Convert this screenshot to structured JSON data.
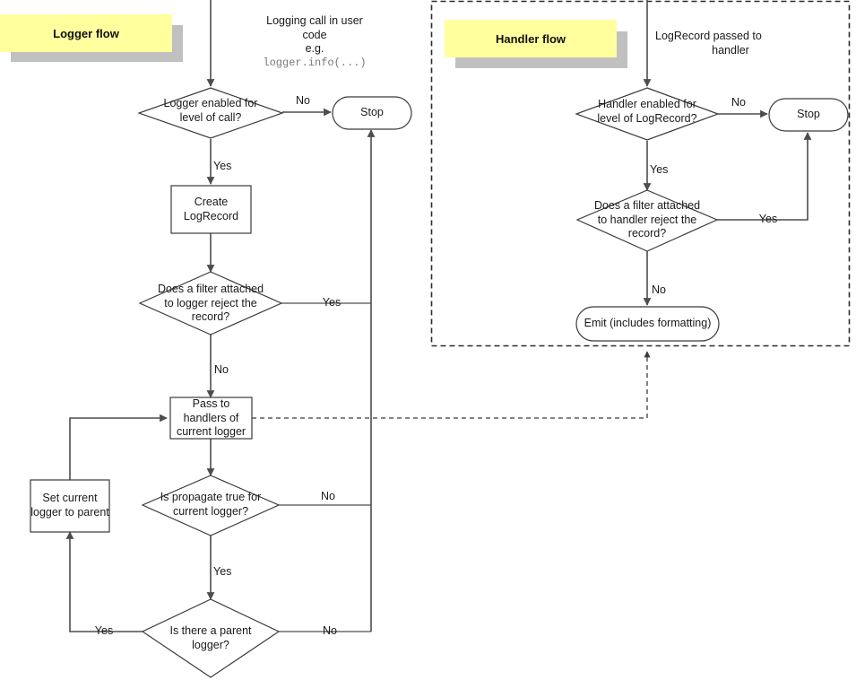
{
  "diagram": {
    "title": "Python logging flow",
    "colors": {
      "banner_fill": "#ffff9e",
      "banner_shadow": "#c0c0c0",
      "shape_stroke": "#3b3b3b",
      "connector": "#4d4d4d",
      "group_border": "#2b2b2b",
      "background": "#ffffff",
      "mono_text": "#7a7a7a"
    },
    "groups": [
      {
        "name": "logger-flow",
        "banner_label": "Logger flow"
      },
      {
        "name": "handler-flow",
        "banner_label": "Handler flow",
        "bordered": true
      }
    ],
    "captions": [
      {
        "name": "logging-call-caption",
        "line1": "Logging call in user",
        "line2": "code",
        "line3": "e.g.",
        "line4": "logger.info(...)"
      },
      {
        "name": "logrecord-passed-caption",
        "line1": "LogRecord passed to",
        "line2": "handler"
      }
    ],
    "nodes": [
      {
        "name": "logger-enabled-decision",
        "type": "decision",
        "label": "Logger enabled for\nlevel of call?"
      },
      {
        "name": "stop-logger-terminator",
        "type": "terminator",
        "label": "Stop"
      },
      {
        "name": "create-logrecord-process",
        "type": "process",
        "label": "Create\nLogRecord"
      },
      {
        "name": "logger-filter-decision",
        "type": "decision",
        "label": "Does a filter attached\nto logger reject the\nrecord?"
      },
      {
        "name": "pass-to-handlers-process",
        "type": "process",
        "label": "Pass to\nhandlers of\ncurrent logger"
      },
      {
        "name": "propagate-decision",
        "type": "decision",
        "label": "Is propagate true for\ncurrent logger?"
      },
      {
        "name": "set-current-logger-process",
        "type": "process",
        "label": "Set current\nlogger to parent"
      },
      {
        "name": "parent-logger-decision",
        "type": "decision",
        "label": "Is there a parent\nlogger?"
      },
      {
        "name": "handler-enabled-decision",
        "type": "decision",
        "label": "Handler enabled for\nlevel of LogRecord?"
      },
      {
        "name": "stop-handler-terminator",
        "type": "terminator",
        "label": "Stop"
      },
      {
        "name": "handler-filter-decision",
        "type": "decision",
        "label": "Does a filter attached\nto handler reject the\nrecord?"
      },
      {
        "name": "emit-terminator",
        "type": "terminator",
        "label": "Emit (includes formatting)"
      }
    ],
    "edge_labels": [
      {
        "name": "edge-label-logger-enabled-no",
        "text": "No"
      },
      {
        "name": "edge-label-logger-enabled-yes",
        "text": "Yes"
      },
      {
        "name": "edge-label-logger-filter-yes",
        "text": "Yes"
      },
      {
        "name": "edge-label-logger-filter-no",
        "text": "No"
      },
      {
        "name": "edge-label-propagate-no",
        "text": "No"
      },
      {
        "name": "edge-label-propagate-yes",
        "text": "Yes"
      },
      {
        "name": "edge-label-parent-yes",
        "text": "Yes"
      },
      {
        "name": "edge-label-parent-no",
        "text": "No"
      },
      {
        "name": "edge-label-handler-enabled-no",
        "text": "No"
      },
      {
        "name": "edge-label-handler-enabled-yes",
        "text": "Yes"
      },
      {
        "name": "edge-label-handler-filter-yes",
        "text": "Yes"
      },
      {
        "name": "edge-label-handler-filter-no",
        "text": "No"
      }
    ]
  },
  "chart_data": {
    "type": "diagram",
    "title": "Logging flow: Logger flow and Handler flow",
    "nodes": [
      {
        "id": "logger_enabled",
        "group": "Logger flow",
        "shape": "decision",
        "text": "Logger enabled for level of call?"
      },
      {
        "id": "stop_logger",
        "group": "Logger flow",
        "shape": "terminator",
        "text": "Stop"
      },
      {
        "id": "create_logrecord",
        "group": "Logger flow",
        "shape": "process",
        "text": "Create LogRecord"
      },
      {
        "id": "logger_filter",
        "group": "Logger flow",
        "shape": "decision",
        "text": "Does a filter attached to logger reject the record?"
      },
      {
        "id": "pass_to_handlers",
        "group": "Logger flow",
        "shape": "process",
        "text": "Pass to handlers of current logger"
      },
      {
        "id": "propagate",
        "group": "Logger flow",
        "shape": "decision",
        "text": "Is propagate true for current logger?"
      },
      {
        "id": "set_parent",
        "group": "Logger flow",
        "shape": "process",
        "text": "Set current logger to parent"
      },
      {
        "id": "has_parent",
        "group": "Logger flow",
        "shape": "decision",
        "text": "Is there a parent logger?"
      },
      {
        "id": "handler_enabled",
        "group": "Handler flow",
        "shape": "decision",
        "text": "Handler enabled for level of LogRecord?"
      },
      {
        "id": "stop_handler",
        "group": "Handler flow",
        "shape": "terminator",
        "text": "Stop"
      },
      {
        "id": "handler_filter",
        "group": "Handler flow",
        "shape": "decision",
        "text": "Does a filter attached to handler reject the record?"
      },
      {
        "id": "emit",
        "group": "Handler flow",
        "shape": "terminator",
        "text": "Emit (includes formatting)"
      }
    ],
    "edges": [
      {
        "from": "start_logging_call",
        "to": "logger_enabled",
        "label": "Logging call in user code e.g. logger.info(...)"
      },
      {
        "from": "logger_enabled",
        "to": "stop_logger",
        "label": "No"
      },
      {
        "from": "logger_enabled",
        "to": "create_logrecord",
        "label": "Yes"
      },
      {
        "from": "create_logrecord",
        "to": "logger_filter",
        "label": ""
      },
      {
        "from": "logger_filter",
        "to": "stop_logger",
        "label": "Yes"
      },
      {
        "from": "logger_filter",
        "to": "pass_to_handlers",
        "label": "No"
      },
      {
        "from": "pass_to_handlers",
        "to": "emit",
        "label": "",
        "style": "dashed"
      },
      {
        "from": "pass_to_handlers",
        "to": "propagate",
        "label": ""
      },
      {
        "from": "propagate",
        "to": "stop_logger",
        "label": "No"
      },
      {
        "from": "propagate",
        "to": "has_parent",
        "label": "Yes"
      },
      {
        "from": "has_parent",
        "to": "set_parent",
        "label": "Yes"
      },
      {
        "from": "has_parent",
        "to": "stop_logger",
        "label": "No"
      },
      {
        "from": "set_parent",
        "to": "pass_to_handlers",
        "label": ""
      },
      {
        "from": "start_logrecord_passed",
        "to": "handler_enabled",
        "label": "LogRecord passed to handler"
      },
      {
        "from": "handler_enabled",
        "to": "stop_handler",
        "label": "No"
      },
      {
        "from": "handler_enabled",
        "to": "handler_filter",
        "label": "Yes"
      },
      {
        "from": "handler_filter",
        "to": "stop_handler",
        "label": "Yes"
      },
      {
        "from": "handler_filter",
        "to": "emit",
        "label": "No"
      }
    ]
  }
}
